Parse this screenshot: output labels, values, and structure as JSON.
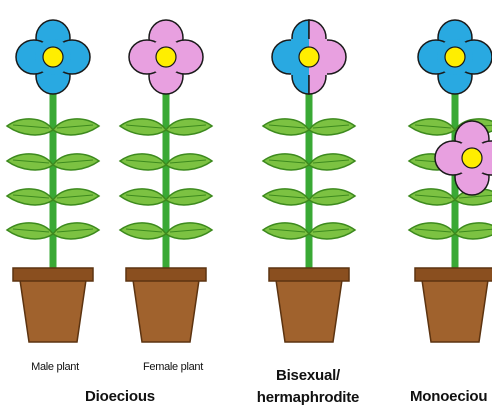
{
  "colors": {
    "blue_petal": "#29a9e1",
    "pink_petal": "#e8a0e0",
    "center": "#ffee00",
    "stem": "#3aa935",
    "leaf": "#7cc242",
    "pot": "#a0622d",
    "pot_rim": "#8a4f1f"
  },
  "icons": [
    "blue-flower-icon",
    "pink-flower-icon",
    "half-blue-half-pink-flower-icon",
    "leaf-icon",
    "flower-pot-icon"
  ],
  "plants": [
    {
      "flower": "blue",
      "label": "Male plant"
    },
    {
      "flower": "pink",
      "label": "Female plant"
    },
    {
      "flower": "half-blue-half-pink",
      "label": ""
    },
    {
      "flower": "blue-and-pink",
      "label": ""
    }
  ],
  "labels": {
    "male": "Male plant",
    "female": "Female plant",
    "dioecious": "Dioecious",
    "bisexual_line1": "Bisexual/",
    "bisexual_line2": "hermaphrodite",
    "monoecious": "Monoeciou"
  }
}
